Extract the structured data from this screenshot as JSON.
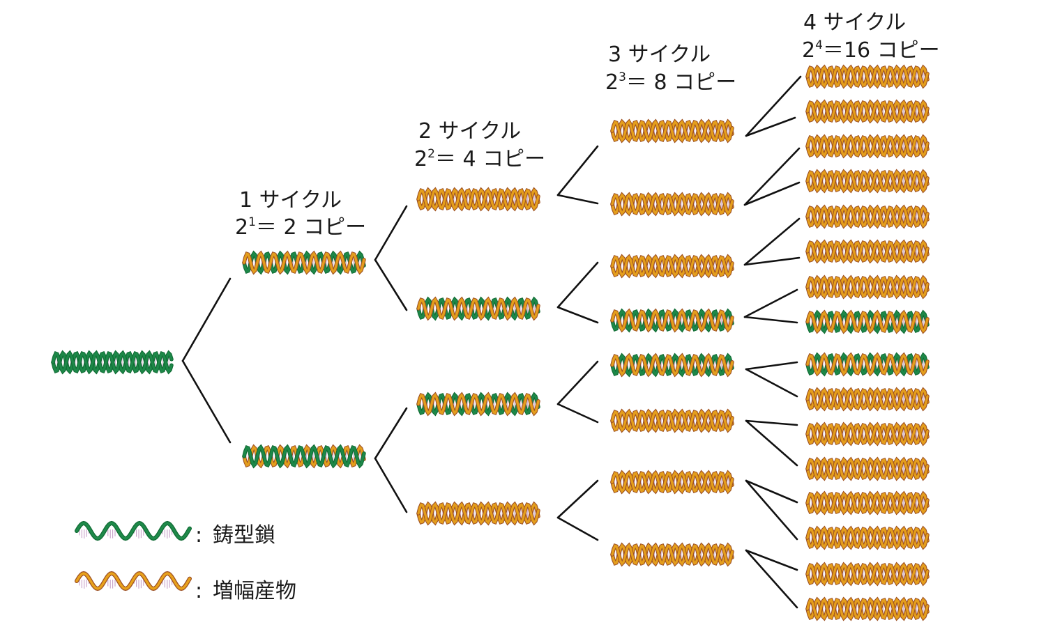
{
  "colors": {
    "template": "#1f8a4a",
    "template_dark": "#0f6a33",
    "product": "#e8a21c",
    "product_dark": "#9c4f22",
    "rung": "#c7a0c8",
    "line": "#111111"
  },
  "cycles": [
    {
      "title": "1 サイクル",
      "formula_base": "2",
      "formula_exp": "1",
      "formula_rest": "＝ 2 コピー"
    },
    {
      "title": "2 サイクル",
      "formula_base": "2",
      "formula_exp": "2",
      "formula_rest": "＝ 4 コピー"
    },
    {
      "title": "3 サイクル",
      "formula_base": "2",
      "formula_exp": "3",
      "formula_rest": "＝ 8 コピー"
    },
    {
      "title": "4 サイクル",
      "formula_base": "2",
      "formula_exp": "4",
      "formula_rest": "＝16 コピー"
    }
  ],
  "strand_types": {
    "start": [
      "template",
      "template"
    ],
    "c1": [
      [
        "template",
        "product"
      ],
      [
        "product",
        "template"
      ]
    ],
    "c2": [
      [
        "product",
        "product"
      ],
      [
        "template",
        "product"
      ],
      [
        "template",
        "product"
      ],
      [
        "product",
        "product"
      ]
    ],
    "c3": [
      [
        "product",
        "product"
      ],
      [
        "product",
        "product"
      ],
      [
        "product",
        "product"
      ],
      [
        "template",
        "product"
      ],
      [
        "template",
        "product"
      ],
      [
        "product",
        "product"
      ],
      [
        "product",
        "product"
      ],
      [
        "product",
        "product"
      ]
    ],
    "c4": [
      [
        "product",
        "product"
      ],
      [
        "product",
        "product"
      ],
      [
        "product",
        "product"
      ],
      [
        "product",
        "product"
      ],
      [
        "product",
        "product"
      ],
      [
        "product",
        "product"
      ],
      [
        "product",
        "product"
      ],
      [
        "template",
        "product"
      ],
      [
        "template",
        "product"
      ],
      [
        "product",
        "product"
      ],
      [
        "product",
        "product"
      ],
      [
        "product",
        "product"
      ],
      [
        "product",
        "product"
      ],
      [
        "product",
        "product"
      ],
      [
        "product",
        "product"
      ],
      [
        "product",
        "product"
      ]
    ]
  },
  "legend": {
    "template_label": "鋳型鎖",
    "product_label": "増幅産物",
    "separator": ":"
  }
}
